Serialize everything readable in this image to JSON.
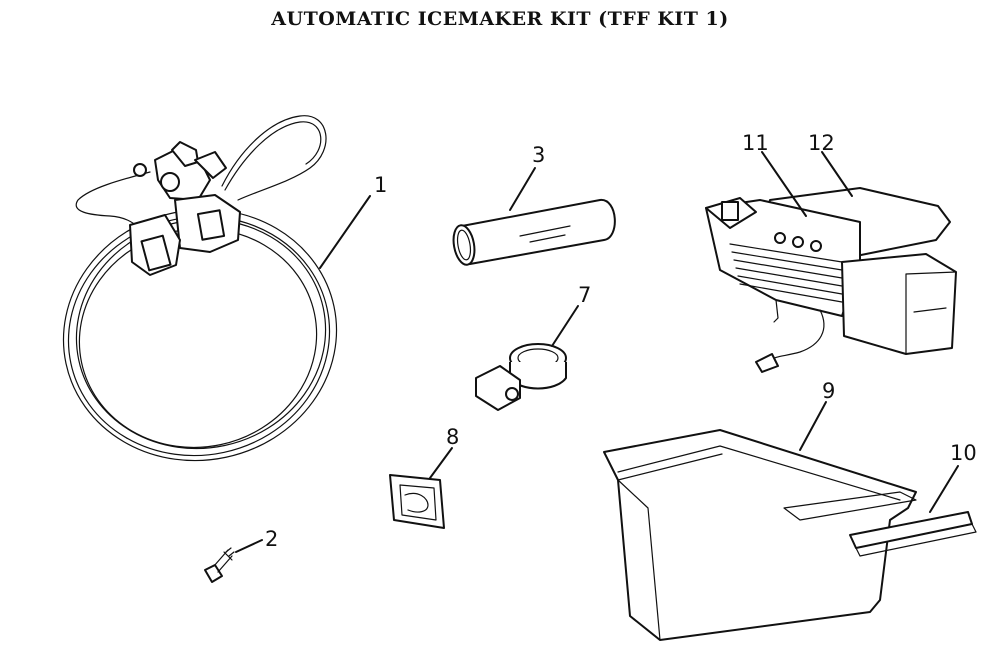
{
  "title": "AUTOMATIC ICEMAKER KIT (TFF KIT 1)",
  "parts": [
    {
      "id": "1",
      "icon": "water-line-coil-icon"
    },
    {
      "id": "2",
      "icon": "screw-icon"
    },
    {
      "id": "3",
      "icon": "tube-sleeve-icon"
    },
    {
      "id": "7",
      "icon": "pipe-clamp-icon"
    },
    {
      "id": "8",
      "icon": "wire-clip-icon"
    },
    {
      "id": "9",
      "icon": "ice-bin-icon"
    },
    {
      "id": "10",
      "icon": "bin-rail-icon"
    },
    {
      "id": "11",
      "icon": "icemaker-unit-icon"
    },
    {
      "id": "12",
      "icon": "ice-shield-icon"
    }
  ]
}
